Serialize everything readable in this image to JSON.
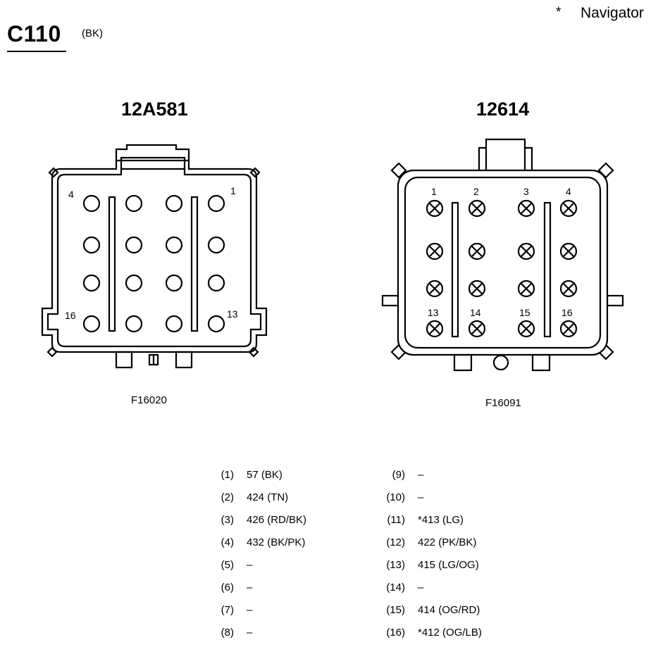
{
  "header": {
    "connector_id": "C110",
    "color_code": "(BK)",
    "legend_symbol": "*",
    "legend_text": "Navigator"
  },
  "left_connector": {
    "part_number": "12A581",
    "figure_number": "F16020",
    "pin_labels": {
      "p4": "4",
      "p1": "1",
      "p16": "16",
      "p13": "13"
    }
  },
  "right_connector": {
    "part_number": "12614",
    "figure_number": "F16091",
    "pin_labels": {
      "p1": "1",
      "p2": "2",
      "p3": "3",
      "p4": "4",
      "p13": "13",
      "p14": "14",
      "p15": "15",
      "p16": "16"
    }
  },
  "pin_table": {
    "left_column": [
      {
        "pin": "(1)",
        "value": "57 (BK)"
      },
      {
        "pin": "(2)",
        "value": "424 (TN)"
      },
      {
        "pin": "(3)",
        "value": "426 (RD/BK)"
      },
      {
        "pin": "(4)",
        "value": "432 (BK/PK)"
      },
      {
        "pin": "(5)",
        "value": "–"
      },
      {
        "pin": "(6)",
        "value": "–"
      },
      {
        "pin": "(7)",
        "value": "–"
      },
      {
        "pin": "(8)",
        "value": "–"
      }
    ],
    "right_column": [
      {
        "pin": "(9)",
        "value": "–"
      },
      {
        "pin": "(10)",
        "value": "–"
      },
      {
        "pin": "(11)",
        "value": "*413 (LG)"
      },
      {
        "pin": "(12)",
        "value": "422 (PK/BK)"
      },
      {
        "pin": "(13)",
        "value": "415 (LG/OG)"
      },
      {
        "pin": "(14)",
        "value": "–"
      },
      {
        "pin": "(15)",
        "value": "414 (OG/RD)"
      },
      {
        "pin": "(16)",
        "value": "*412 (OG/LB)"
      }
    ]
  }
}
